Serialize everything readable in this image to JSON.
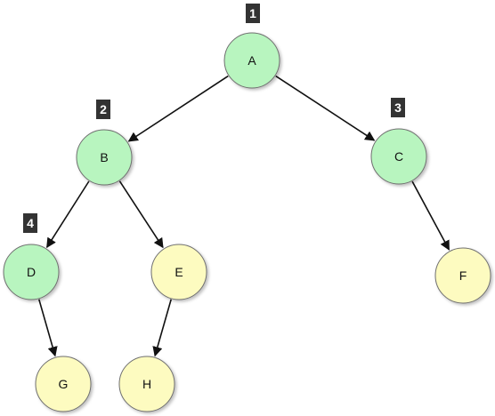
{
  "colors": {
    "visited_fill": "#b8f5bf",
    "unvisited_fill": "#fdfbc0",
    "node_stroke": "#6f6f6f",
    "edge_stroke": "#111111",
    "badge_fill": "#333333",
    "badge_text": "#ffffff"
  },
  "nodes": [
    {
      "id": "A",
      "label": "A",
      "state": "visited"
    },
    {
      "id": "B",
      "label": "B",
      "state": "visited"
    },
    {
      "id": "C",
      "label": "C",
      "state": "visited"
    },
    {
      "id": "D",
      "label": "D",
      "state": "visited"
    },
    {
      "id": "E",
      "label": "E",
      "state": "unvisited"
    },
    {
      "id": "F",
      "label": "F",
      "state": "unvisited"
    },
    {
      "id": "G",
      "label": "G",
      "state": "unvisited"
    },
    {
      "id": "H",
      "label": "H",
      "state": "unvisited"
    }
  ],
  "edges": [
    {
      "from": "A",
      "to": "B"
    },
    {
      "from": "A",
      "to": "C"
    },
    {
      "from": "B",
      "to": "D"
    },
    {
      "from": "B",
      "to": "E"
    },
    {
      "from": "C",
      "to": "F"
    },
    {
      "from": "D",
      "to": "G"
    },
    {
      "from": "E",
      "to": "H"
    }
  ],
  "badges": [
    {
      "node": "A",
      "label": "1"
    },
    {
      "node": "B",
      "label": "2"
    },
    {
      "node": "C",
      "label": "3"
    },
    {
      "node": "D",
      "label": "4"
    }
  ]
}
